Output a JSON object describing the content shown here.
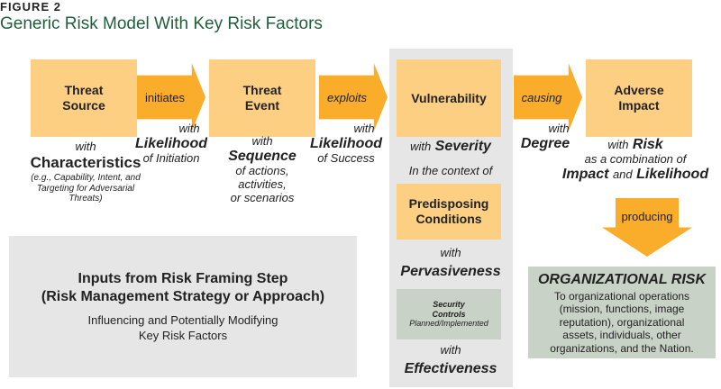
{
  "figure": {
    "label": "FIGURE 2",
    "title": "Generic Risk Model With Key Risk Factors"
  },
  "nodes": {
    "threat_source": "Threat\nSource",
    "threat_event": "Threat\nEvent",
    "vulnerability": "Vulnerability",
    "adverse_impact": "Adverse\nImpact",
    "predisposing": "Predisposing\nConditions",
    "security_controls_title": "Security\nControls",
    "security_controls_sub": "Planned/Implemented"
  },
  "arrows": {
    "initiates": "initiates",
    "exploits": "exploits",
    "causing": "causing",
    "producing": "producing"
  },
  "annotations": {
    "source_with": "with",
    "source_attr": "Characteristics",
    "source_detail": "(e.g., Capability, Intent, and\nTargeting for Adversarial\nThreats)",
    "init_with": "with",
    "init_attr": "Likelihood",
    "init_detail": "of Initiation",
    "event_with": "with",
    "event_attr": "Sequence",
    "event_detail": "of actions,\nactivities,\nor scenarios",
    "success_with": "with",
    "success_attr": "Likelihood",
    "success_detail": "of Success",
    "vuln_with": "with",
    "vuln_attr": "Severity",
    "context": "In the context of",
    "pre_with": "with",
    "pre_attr": "Pervasiveness",
    "eff_with": "with",
    "eff_attr": "Effectiveness",
    "degree_with": "with",
    "degree_attr": "Degree",
    "risk_with": "with",
    "risk_attr": "Risk",
    "risk_detail": "as a combination of",
    "risk_impact": "Impact",
    "risk_and": "and",
    "risk_likelihood": "Likelihood"
  },
  "inputs": {
    "title": "Inputs from Risk Framing Step\n(Risk Management Strategy or Approach)",
    "subtitle": "Influencing and Potentially Modifying\nKey Risk Factors"
  },
  "org_risk": {
    "title": "ORGANIZATIONAL RISK",
    "description": "To organizational operations\n(mission, functions, image\nreputation), organizational\nassets, individuals, other\norganizations, and the Nation."
  },
  "colors": {
    "box": "#fdcf82",
    "arrow": "#f9ad2a",
    "panel": "#e6e6e6",
    "green_box": "#c9d2c7",
    "title": "#1f5f3c"
  }
}
